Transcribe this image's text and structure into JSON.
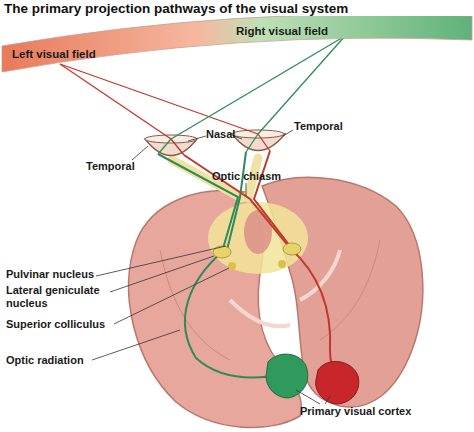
{
  "diagram": {
    "title": "The primary projection pathways of the visual system",
    "nodes": [
      {
        "text": [
          "Left visual field",
          "Right visual field"
        ]
      }
    ],
    "labels": [
      "Nasal",
      "Temporal",
      "Temporal",
      "Optic chiasm",
      "Pulvinar nucleus",
      "Lateral geniculate nucleus",
      "Superior colliculus",
      "Optic radiation",
      "Primary visual cortex"
    ]
  }
}
